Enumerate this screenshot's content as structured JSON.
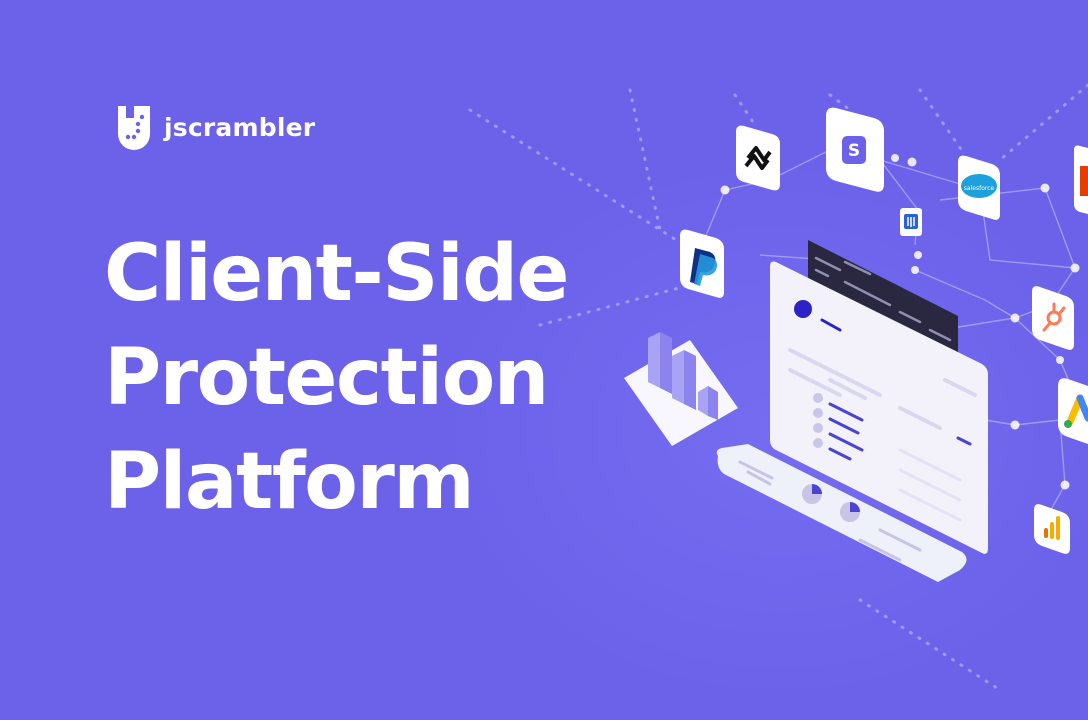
{
  "brand": {
    "name": "jscrambler",
    "logo_icon": "jscrambler-shield-icon"
  },
  "hero": {
    "title_lines": [
      "Client-Side",
      "Protection",
      "Platform"
    ]
  },
  "illustration": {
    "integration_icons": [
      "zapier-like-icon",
      "stripe-icon",
      "salesforce-icon",
      "intercom-icon",
      "paypal-icon",
      "hubspot-icon",
      "google-ads-icon",
      "google-analytics-icon",
      "office-icon"
    ],
    "tile_labels": {
      "stripe": "S",
      "salesforce": "salesforce"
    },
    "colors": {
      "background": "#6c62ea",
      "accent": "#2a23c8",
      "tile": "#ffffff"
    }
  }
}
